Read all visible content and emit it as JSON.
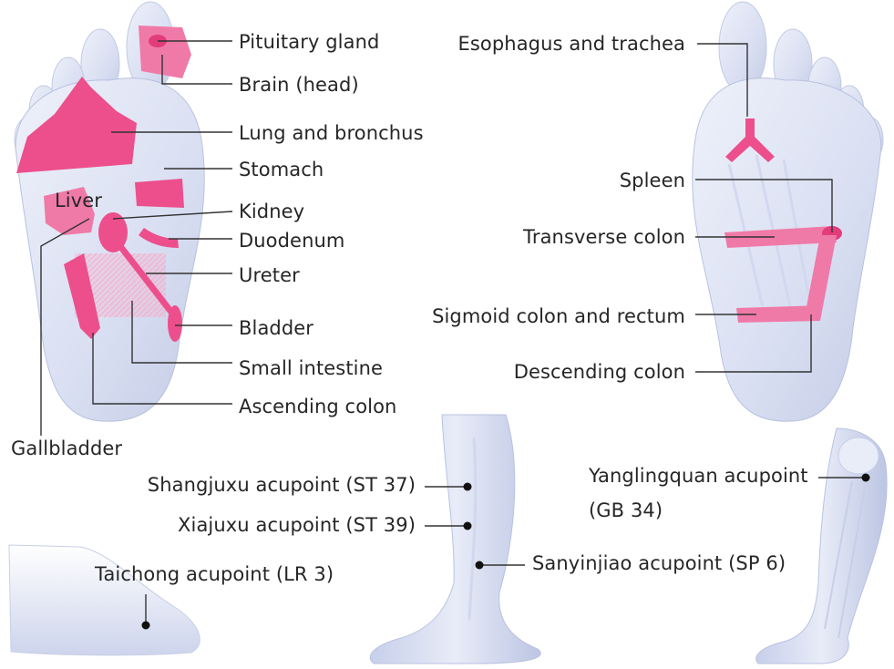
{
  "sole_left": {
    "labels": {
      "pituitary_gland": "Pituitary gland",
      "brain": "Brain (head)",
      "lung_bronchus": "Lung and bronchus",
      "stomach": "Stomach",
      "liver": "Liver",
      "kidney": "Kidney",
      "duodenum": "Duodenum",
      "ureter": "Ureter",
      "bladder": "Bladder",
      "small_intestine": "Small intestine",
      "ascending_colon": "Ascending colon",
      "gallbladder": "Gallbladder"
    }
  },
  "sole_right": {
    "labels": {
      "esophagus_trachea": "Esophagus and trachea",
      "spleen": "Spleen",
      "transverse_colon": "Transverse colon",
      "sigmoid_colon_rectum": "Sigmoid colon and rectum",
      "descending_colon": "Descending colon"
    }
  },
  "acupoints": {
    "shangjuxu": "Shangjuxu  acupoint (ST 37)",
    "xiajuxu": "Xiajuxu  acupoint (ST 39)",
    "sanyinjiao": "Sanyinjiao acupoint (SP 6)",
    "taichong": "Taichong  acupoint (LR 3)",
    "yanglingquan_line1": "Yanglingquan acupoint",
    "yanglingquan_line2": "(GB 34)"
  },
  "colors": {
    "zone_pink": "#ec4f8c",
    "zone_pink_light": "#f07aa7",
    "skin_blue": "#dde3f4",
    "skin_shadow": "#b9c2de",
    "leader_line": "#333333",
    "text": "#262626"
  }
}
